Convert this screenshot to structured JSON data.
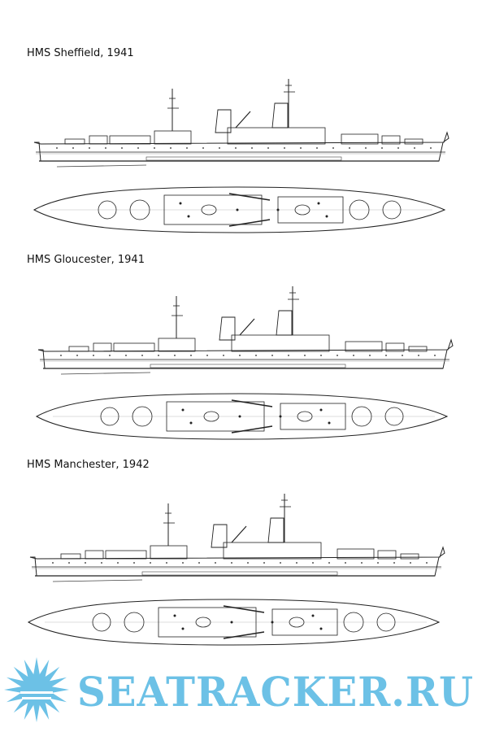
{
  "ships": [
    {
      "name": "HMS Sheffield, 1941"
    },
    {
      "name": "HMS Gloucester, 1941"
    },
    {
      "name": "HMS Manchester, 1942"
    }
  ],
  "watermark": {
    "text": "SEATRACKER.RU",
    "color": "#6cc1e6"
  },
  "colors": {
    "line": "#222222",
    "background": "#ffffff"
  }
}
